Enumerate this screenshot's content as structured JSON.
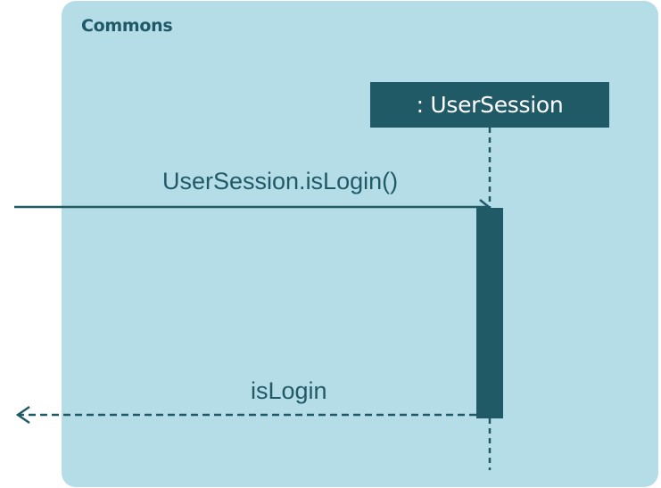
{
  "frame": {
    "title": "Commons"
  },
  "participant": {
    "label": ": UserSession"
  },
  "messages": {
    "call": "UserSession.isLogin()",
    "return": "isLogin"
  },
  "colors": {
    "frame_fill": "#b5dde7",
    "primary": "#215a67"
  }
}
